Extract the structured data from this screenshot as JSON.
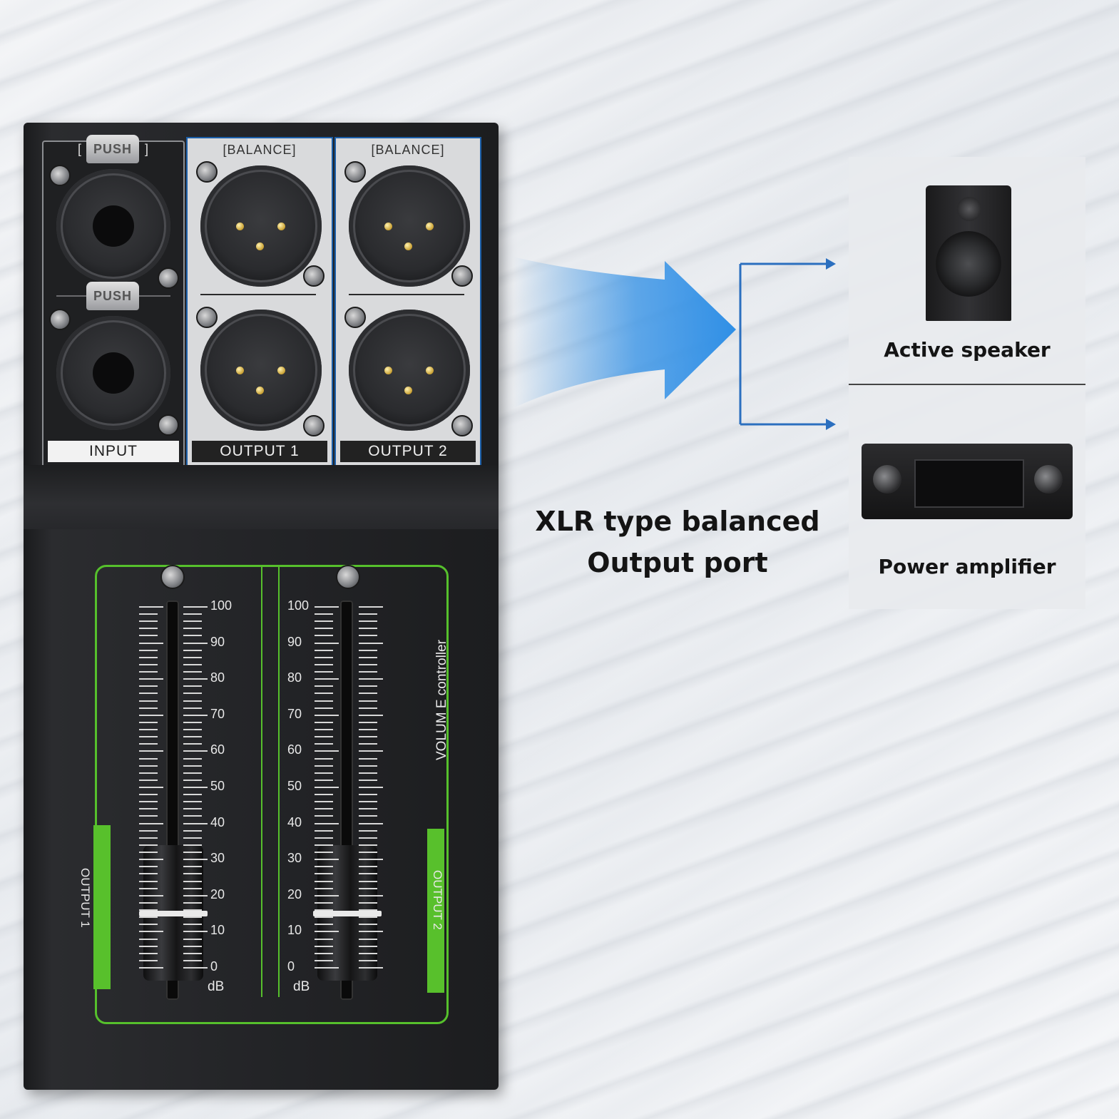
{
  "device": {
    "input_panel": {
      "header_label": "[",
      "header_label_end": "]",
      "push_labels": [
        "PUSH",
        "PUSH"
      ],
      "label": "INPUT"
    },
    "output_panels": [
      {
        "balance_label": "[BALANCE]",
        "label": "OUTPUT 1"
      },
      {
        "balance_label": "[BALANCE]",
        "label": "OUTPUT 2"
      }
    ],
    "faders": {
      "scale_left": [
        "100",
        "90",
        "80",
        "70",
        "60",
        "50",
        "40",
        "30",
        "20",
        "10",
        "0"
      ],
      "scale_right": [
        "100",
        "90",
        "80",
        "70",
        "60",
        "50",
        "40",
        "30",
        "20",
        "10",
        "0"
      ],
      "unit_left": "dB",
      "unit_right": "dB",
      "side_label_left": "OUTPUT 1",
      "side_label_right": "OUTPUT 2",
      "volume_label": "VOLUM E controller",
      "fader1_level": 0.1,
      "fader2_level": 0.1
    }
  },
  "caption": {
    "line1": "XLR type balanced",
    "line2": "Output port"
  },
  "destinations": {
    "speaker_label": "Active speaker",
    "amp_label": "Power amplifier"
  },
  "colors": {
    "arrow_blue": "#2f8fe6",
    "branch_blue": "#2b6fbf",
    "fader_green": "#56c02c",
    "panel_border_blue": "#1b5ea8"
  }
}
